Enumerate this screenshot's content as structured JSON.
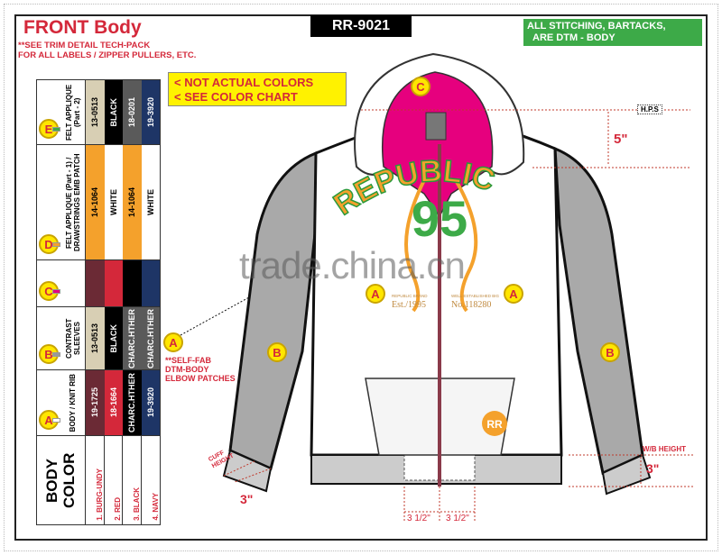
{
  "header": {
    "title": "FRONT Body",
    "note_line1": "**SEE TRIM DETAIL TECH-PACK",
    "note_line2": "FOR ALL LABELS / ZIPPER PULLERS, ETC.",
    "style_number": "RR-9021"
  },
  "stitch_note": {
    "line1": "ALL STITCHING, BARTACKS,",
    "line2": "ARE DTM - BODY",
    "color": "#3daa48"
  },
  "color_note": {
    "line1": "<  NOT ACTUAL COLORS",
    "line2": "<  SEE COLOR CHART"
  },
  "color_table": {
    "body_color_header": "BODY COLOR",
    "body_colors": [
      "1. BURG-UNDY",
      "2. RED",
      "3. BLACK",
      "4. NAVY"
    ],
    "columns": [
      {
        "letter": "E",
        "label": "FELT APPLIQUE (Part - 2)",
        "swatch": "#3daa48",
        "values": [
          "13-0513",
          "BLACK",
          "18-0201",
          "19-3920"
        ],
        "colors": [
          "#d8cfb4",
          "#000000",
          "#5a5a5a",
          "#1e3566"
        ]
      },
      {
        "letter": "D",
        "label": "FELT APPLIQUE (Part - 1) / DRAWSTRINGS EMB PATCH",
        "swatch": "#f4a12c",
        "values": [
          "14-1064",
          "WHITE",
          "14-1064",
          "WHITE"
        ],
        "colors": [
          "#f4a12c",
          "#ffffff",
          "#f4a12c",
          "#ffffff"
        ]
      },
      {
        "letter": "C",
        "label": "",
        "swatch": "#e6007e",
        "values": [
          "",
          "",
          "",
          ""
        ],
        "colors": [
          "#6b2a35",
          "#d4283a",
          "#000000",
          "#1e3566"
        ]
      },
      {
        "letter": "B",
        "label": "CONTRAST SLEEVES",
        "swatch": "#999999",
        "values": [
          "13-0513",
          "BLACK",
          "CHARC.HTHER",
          "CHARC.HTHER"
        ],
        "colors": [
          "#d8cfb4",
          "#000000",
          "#5a5a5a",
          "#5a5a5a"
        ]
      },
      {
        "letter": "A",
        "label": "BODY / KNIT RIB",
        "swatch": "#ffffff",
        "values": [
          "19-1725",
          "18-1664",
          "CHARC.HTHER",
          "19-3920"
        ],
        "colors": [
          "#6b2a35",
          "#d4283a",
          "#000000",
          "#1e3566"
        ]
      }
    ]
  },
  "callouts": {
    "hood": "C",
    "chest_left": "A",
    "chest_right": "A",
    "sleeve_left": "B",
    "sleeve_right": "B",
    "elbow": "A",
    "elbow_note": [
      "**SELF-FAB",
      "DTM-BODY",
      "ELBOW PATCHES"
    ]
  },
  "graphics": {
    "arc_text": "REPUBLIC",
    "number": "95",
    "badge_left_small": "REPUBLIC BRAND",
    "badge_left": "Est./1995",
    "badge_right_small": "WELL ESTABLISHED BIG",
    "badge_right": "No.118280",
    "logo": "RR"
  },
  "measurements": {
    "hps": "H.P.S",
    "hood_drop": "5\"",
    "wb_label": "W/B HEIGHT",
    "wb_value": "3\"",
    "cuff_label": "CUFF HEIGHT",
    "cuff_value": "3\"",
    "pocket_left": "3 1/2\"",
    "pocket_right": "3 1/2\""
  },
  "watermark": "trade.china.cn"
}
